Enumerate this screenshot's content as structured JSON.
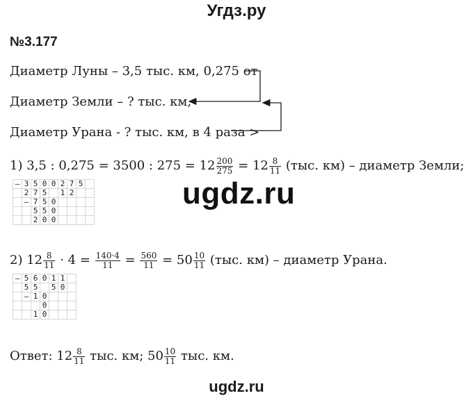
{
  "header": {
    "site_title": "Угдз.ру"
  },
  "problem": {
    "number": "№3.177"
  },
  "conditions": {
    "moon": "Диаметр Луны – 3,5 тыс. км, 0,275 от",
    "earth": "Диаметр Земли – ? тыс. км,",
    "uranus": "Диаметр Урана - ? тыс. км, в 4 раза >"
  },
  "step1": {
    "prefix": "1) 3,5 : 0,275 = 3500 : 275 = 12",
    "frac1_num": "200",
    "frac1_den": "275",
    "mid": "= 12",
    "frac2_num": "8",
    "frac2_den": "11",
    "suffix": "(тыс. км) – диаметр Земли;"
  },
  "division1": [
    [
      "–",
      "3",
      "5",
      "0",
      "0",
      "2",
      "7",
      "5",
      ""
    ],
    [
      "",
      "2",
      "7",
      "5",
      "",
      "1",
      "2",
      "",
      ""
    ],
    [
      "",
      "–",
      "7",
      "5",
      "0",
      "",
      "",
      "",
      ""
    ],
    [
      "",
      "",
      "5",
      "5",
      "0",
      "",
      "",
      "",
      ""
    ],
    [
      "",
      "",
      "2",
      "0",
      "0",
      "",
      "",
      "",
      ""
    ]
  ],
  "step2": {
    "prefix": "2) 12",
    "f1_num": "8",
    "f1_den": "11",
    "times": "· 4 =",
    "f2_num": "140·4",
    "f2_den": "11",
    "eq1": "=",
    "f3_num": "560",
    "f3_den": "11",
    "eq2": "= 50",
    "f4_num": "10",
    "f4_den": "11",
    "suffix": "(тыс. км) – диаметр Урана."
  },
  "division2": [
    [
      "–",
      "5",
      "6",
      "0",
      "1",
      "1",
      ""
    ],
    [
      "",
      "5",
      "5",
      "",
      "5",
      "0",
      ""
    ],
    [
      "",
      "–",
      "1",
      "0",
      "",
      "",
      ""
    ],
    [
      "",
      "",
      "",
      "0",
      "",
      "",
      ""
    ],
    [
      "",
      "",
      "1",
      "0",
      "",
      "",
      ""
    ]
  ],
  "answer": {
    "prefix": "Ответ: 12",
    "a_num": "8",
    "a_den": "11",
    "mid": "тыс. км; 50",
    "b_num": "10",
    "b_den": "11",
    "suffix": "тыс. км."
  },
  "watermark": "ugdz.ru",
  "footer": "ugdz.ru"
}
